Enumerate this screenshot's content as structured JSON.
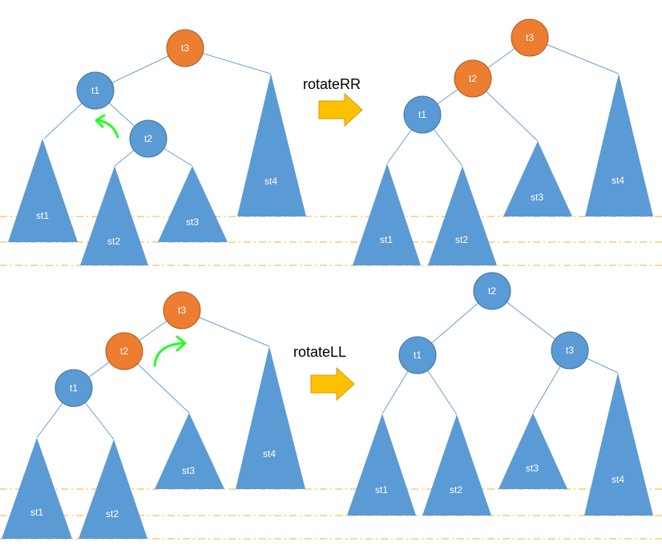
{
  "colors": {
    "node_blue": "#5b9bd5",
    "node_orange": "#ed7d31",
    "subtree": "#5b9bd5",
    "guide": "#f0b030",
    "transform_arrow": "#ffc000",
    "rotation_hint": "#22ff22"
  },
  "panels": {
    "rr_before": {
      "nodes": {
        "t3": "t3",
        "t1": "t1",
        "t2": "t2"
      },
      "subtrees": {
        "st1": "st1",
        "st2": "st2",
        "st3": "st3",
        "st4": "st4"
      }
    },
    "rr_after": {
      "nodes": {
        "t3": "t3",
        "t2": "t2",
        "t1": "t1"
      },
      "subtrees": {
        "st1": "st1",
        "st2": "st2",
        "st3": "st3",
        "st4": "st4"
      }
    },
    "ll_before": {
      "nodes": {
        "t3": "t3",
        "t2": "t2",
        "t1": "t1"
      },
      "subtrees": {
        "st1": "st1",
        "st2": "st2",
        "st3": "st3",
        "st4": "st4"
      }
    },
    "ll_after": {
      "nodes": {
        "t2": "t2",
        "t1": "t1",
        "t3": "t3"
      },
      "subtrees": {
        "st1": "st1",
        "st2": "st2",
        "st3": "st3",
        "st4": "st4"
      }
    }
  },
  "operations": {
    "rotate_rr": "rotateRR",
    "rotate_ll": "rotateLL"
  },
  "icons": {
    "transform_arrow": "arrow-right-icon",
    "rotation_hint": "curved-arrow-icon"
  }
}
